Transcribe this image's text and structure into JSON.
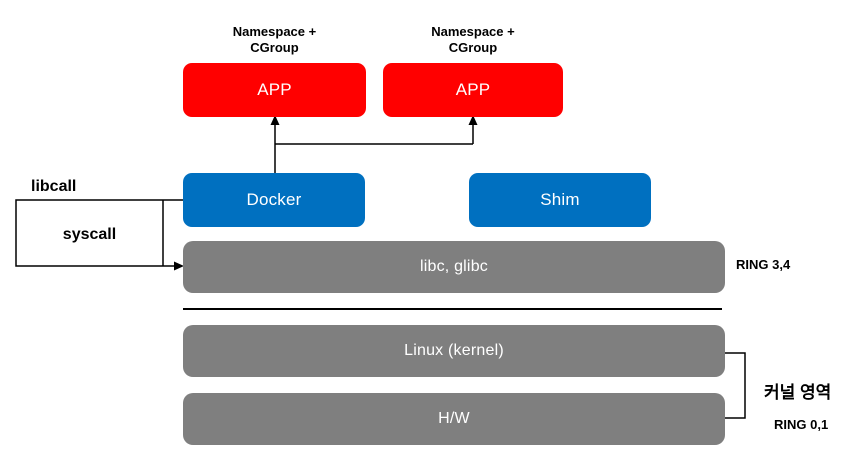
{
  "diagram": {
    "colors": {
      "background": "#FFFFFF",
      "app": "#FF0000",
      "runtime": "#0070C0",
      "layer": "#7F7F7F",
      "box_text": "#FFFFFF",
      "label_text": "#000000",
      "line": "#000000"
    },
    "namespace_labels": [
      {
        "line1": "Namespace +",
        "line2": "CGroup"
      },
      {
        "line1": "Namespace +",
        "line2": "CGroup"
      }
    ],
    "app_boxes": [
      {
        "label": "APP"
      },
      {
        "label": "APP"
      }
    ],
    "runtime_boxes": [
      {
        "label": "Docker"
      },
      {
        "label": "Shim"
      }
    ],
    "layer_bars": [
      {
        "label": "libc, glibc"
      },
      {
        "label": "Linux (kernel)"
      },
      {
        "label": "H/W"
      }
    ],
    "call_labels": {
      "libcall": "libcall",
      "syscall": "syscall"
    },
    "side_labels": {
      "ring_user": "RING 3,4",
      "kernel_area": "커널 영역",
      "ring_kernel": "RING 0,1"
    }
  }
}
